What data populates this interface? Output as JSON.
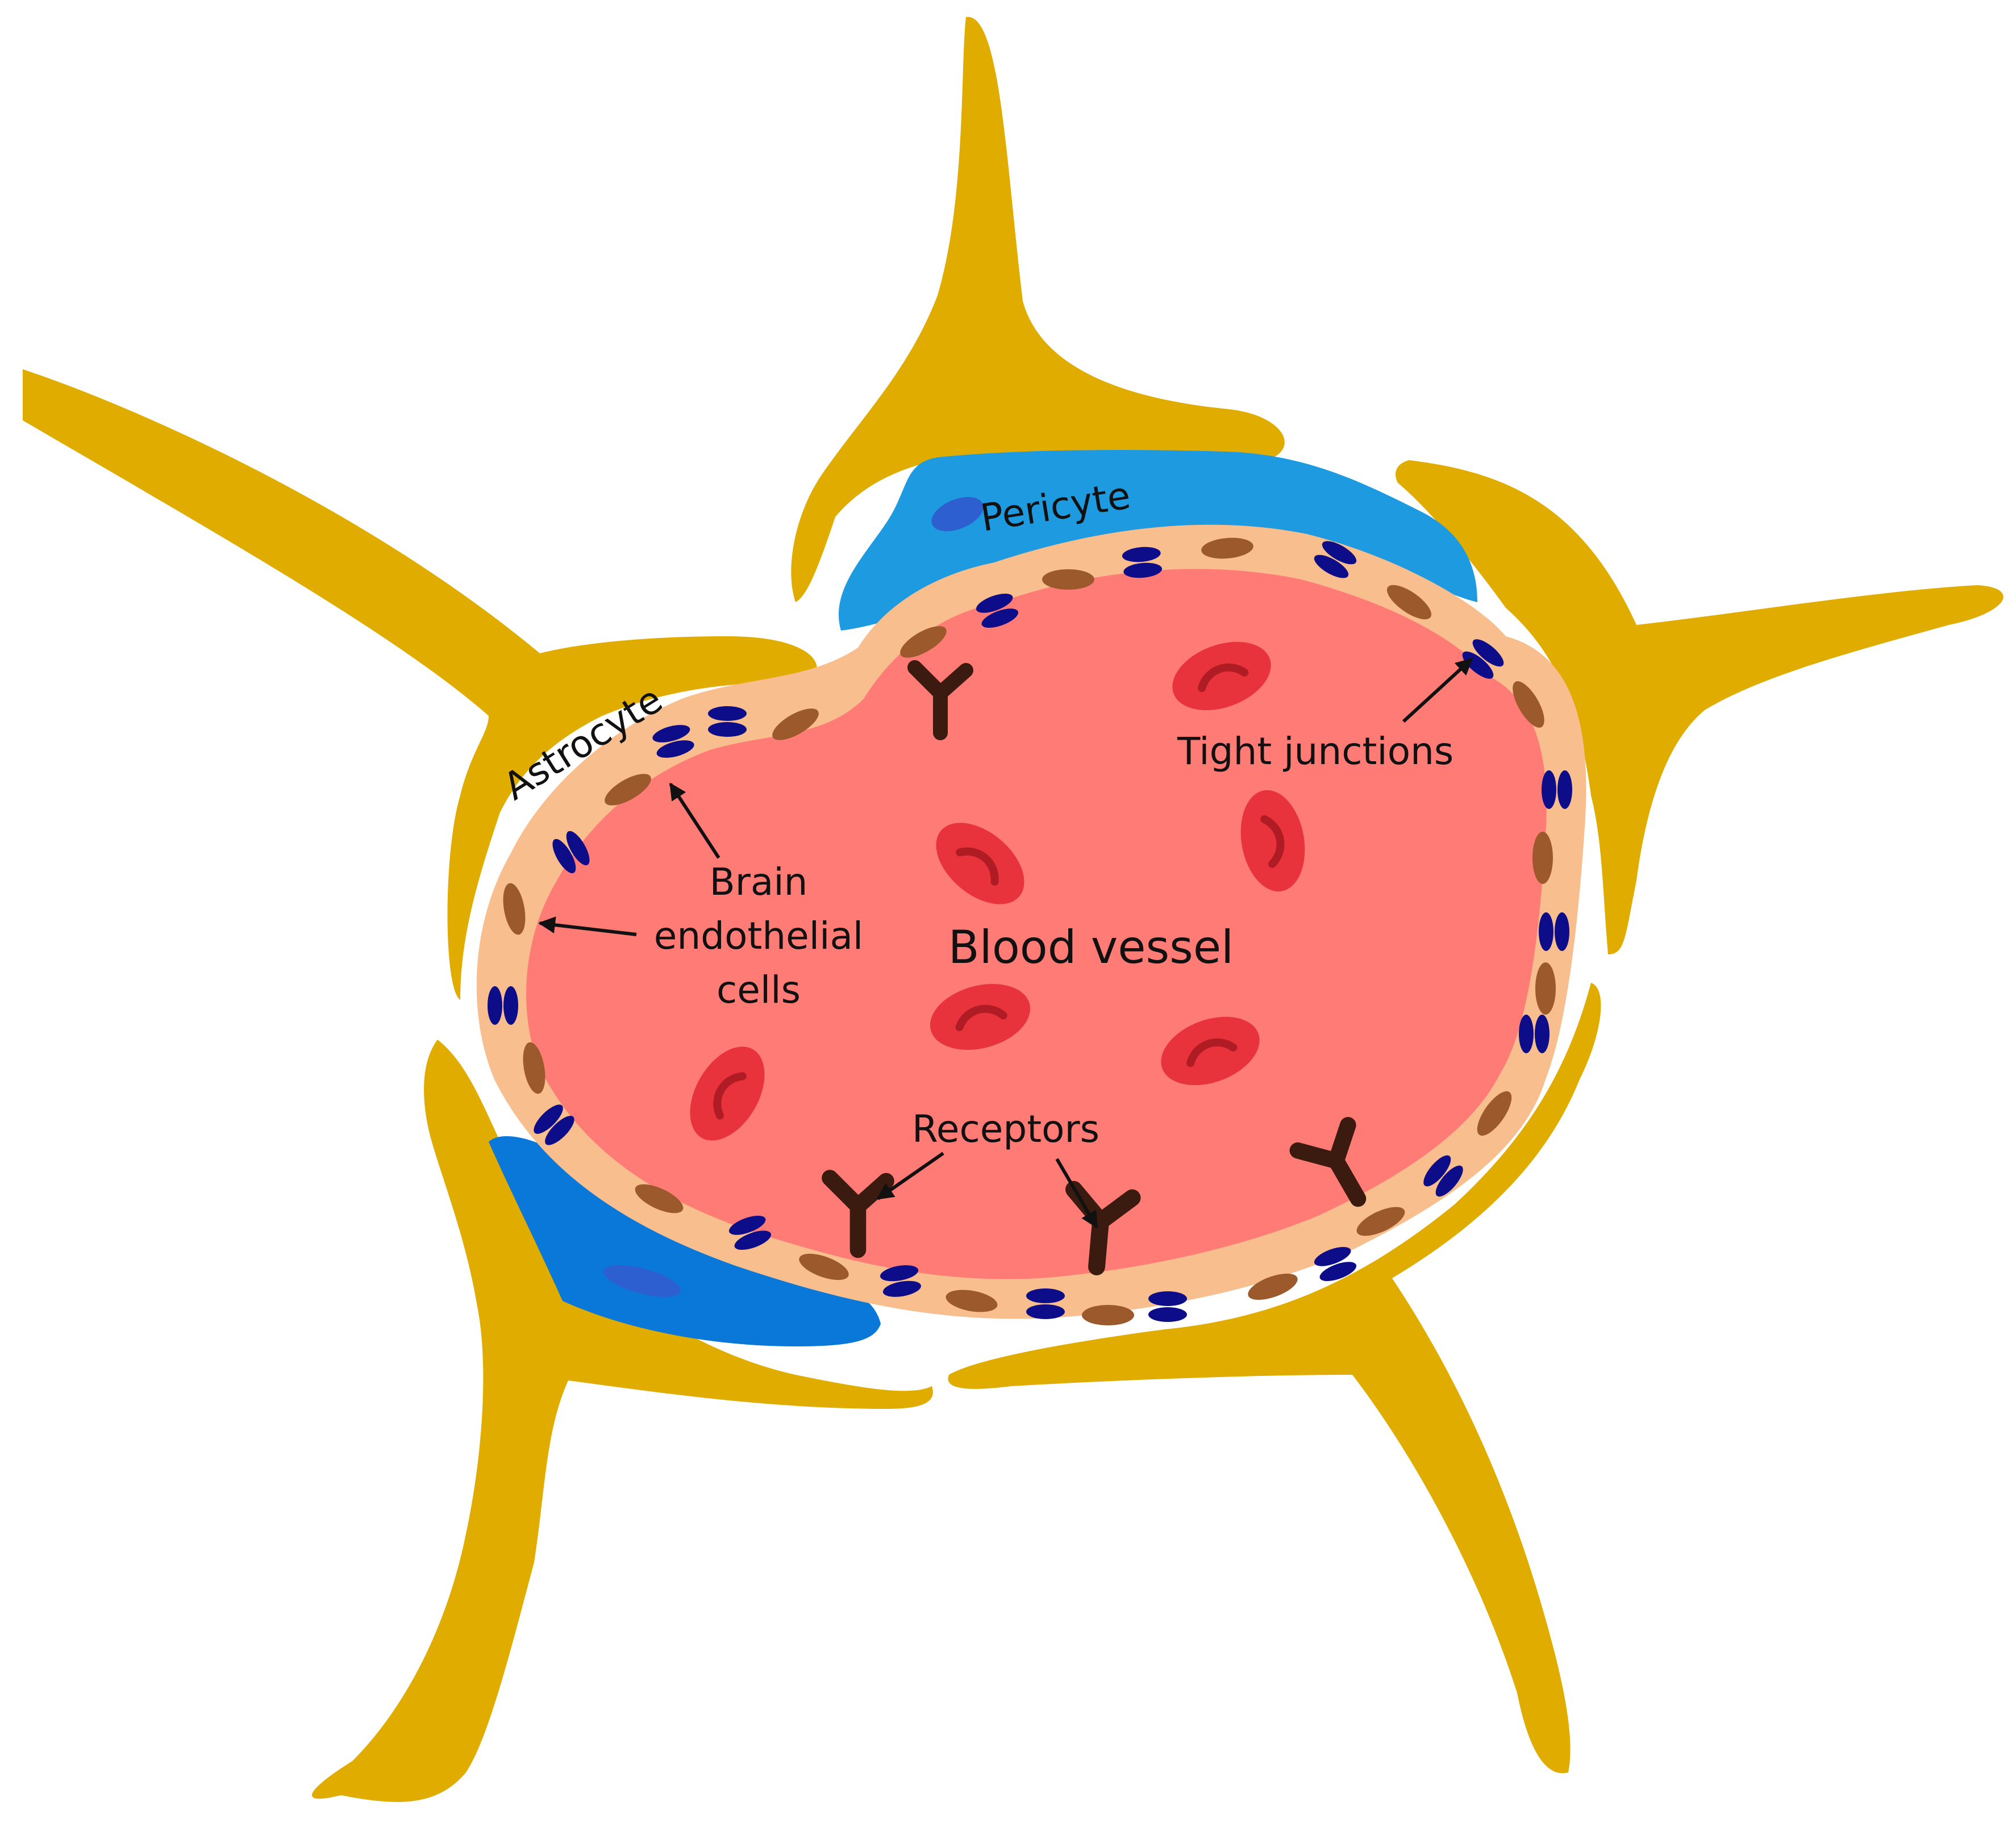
{
  "colors": {
    "astrocyte": "#E0AC00",
    "pericyte": "#1E9AE0",
    "pericyte_lower": "#0A78D8",
    "pericyte_nucleus": "#2E5FD0",
    "endothelium": "#F9BE8E",
    "endothelium_dark": "#F0A878",
    "lumen": "#FF7B76",
    "rbc": "#E8323C",
    "rbc_center": "#B01C24",
    "endothelial_nucleus": "#9C5A2C",
    "tight_junction": "#0D0D8A",
    "receptor": "#3B1A10",
    "arrow": "#111111"
  },
  "labels": {
    "astrocyte": "Astrocyte",
    "pericyte": "Pericyte",
    "tight_junctions": "Tight junctions",
    "brain_endothelial_line1": "Brain",
    "brain_endothelial_line2": "endothelial",
    "brain_endothelial_line3": "cells",
    "blood_vessel": "Blood vessel",
    "receptors": "Receptors"
  },
  "icons": {
    "red_blood_cell": "red-blood-cell-icon",
    "receptor": "receptor-icon",
    "tight_junction": "tight-junction-icon",
    "nucleus": "nucleus-icon"
  }
}
